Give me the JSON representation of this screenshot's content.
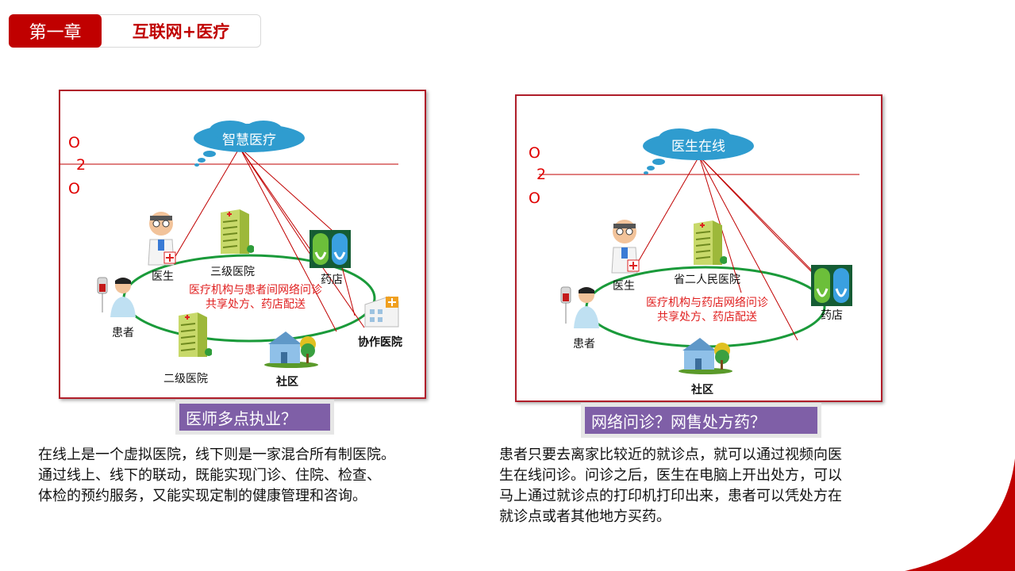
{
  "header": {
    "chapter": "第一章",
    "title": "互联网+医疗"
  },
  "left": {
    "cloud": "智慧医疗",
    "o2o": [
      "O",
      "2",
      "O"
    ],
    "nodes": {
      "doctor": "医生",
      "hospital3": "三级医院",
      "pharmacy": "药店",
      "patient": "患者",
      "partner": "协作医院",
      "hospital2": "二级医院",
      "community": "社区"
    },
    "center": [
      "医疗机构与患者间网络问诊",
      "共享处方、药店配送"
    ],
    "question": "医师多点执业？",
    "paragraph": [
      "在线上是一个虚拟医院，线下则是一家混合所有制医院。",
      "通过线上、线下的联动，既能实现门诊、住院、检查、",
      "体检的预约服务，又能实现定制的健康管理和咨询。"
    ]
  },
  "right": {
    "cloud": "医生在线",
    "o2o": [
      "O",
      "2",
      "O"
    ],
    "nodes": {
      "doctor": "医生",
      "hospital": "省二人民医院",
      "pharmacy": "药店",
      "patient": "患者",
      "community": "社区"
    },
    "center": [
      "医疗机构与药店网络问诊",
      "共享处方、药店配送"
    ],
    "question": "网络问诊？网售处方药？",
    "paragraph": [
      "患者只要去离家比较近的就诊点，就可以通过视频向医",
      "生在线问诊。问诊之后，医生在电脑上开出处方，可以",
      "马上通过就诊点的打印机打印出来，患者可以凭处方在",
      "就诊点或者其他地方买药。"
    ]
  },
  "colors": {
    "brand_red": "#c00000",
    "panel_border": "#b01e2a",
    "question_bg": "#7f5fa7",
    "ring_green": "#1a9a3a",
    "cloud_blue": "#2f9ccf"
  },
  "icons": [
    "doctor-icon",
    "hospital-building-icon",
    "pill-capsule-icon",
    "patient-icon",
    "clinic-icon",
    "house-icon",
    "cloud-icon"
  ]
}
